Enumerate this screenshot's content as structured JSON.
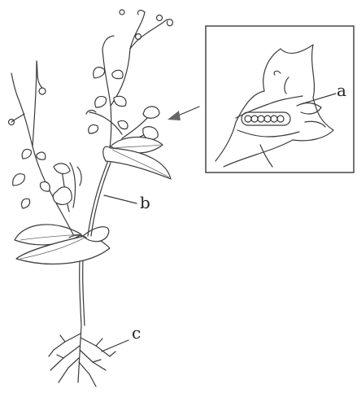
{
  "labels": {
    "a": "a",
    "b": "b",
    "c": "c"
  },
  "colors": {
    "line": "#3a3a3a",
    "arrow": "#666666",
    "background": "#ffffff"
  }
}
